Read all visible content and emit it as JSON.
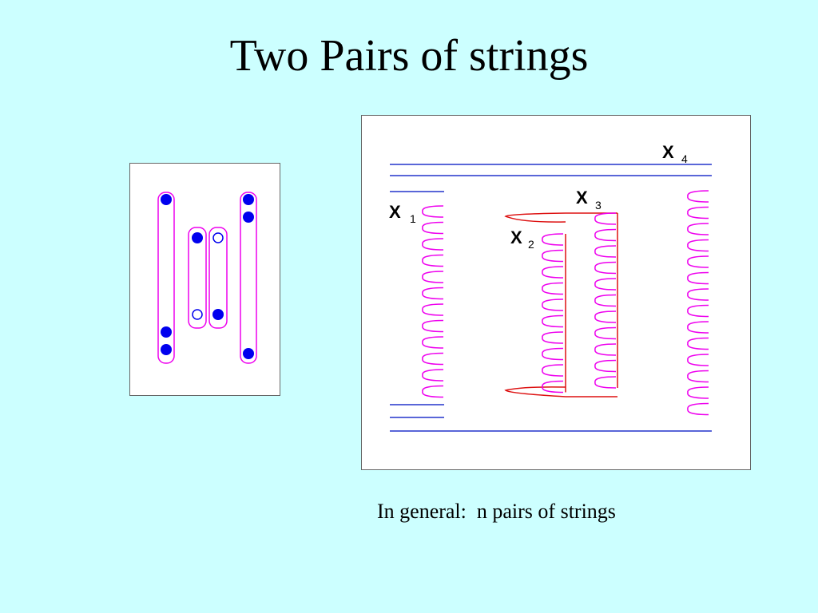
{
  "title": "Two Pairs of strings",
  "caption": "In general:  n pairs of strings",
  "labels": {
    "x1_main": "X",
    "x1_sub": "1",
    "x2_main": "X",
    "x2_sub": "2",
    "x3_main": "X",
    "x3_sub": "3",
    "x4_main": "X",
    "x4_sub": "4"
  },
  "colors": {
    "background": "#ccffff",
    "dot": "#0000ee",
    "enclosure": "#ee00ee",
    "blue_line": "#2233cc",
    "string_arc": "#ee00ee",
    "red_string": "#dd1111"
  }
}
